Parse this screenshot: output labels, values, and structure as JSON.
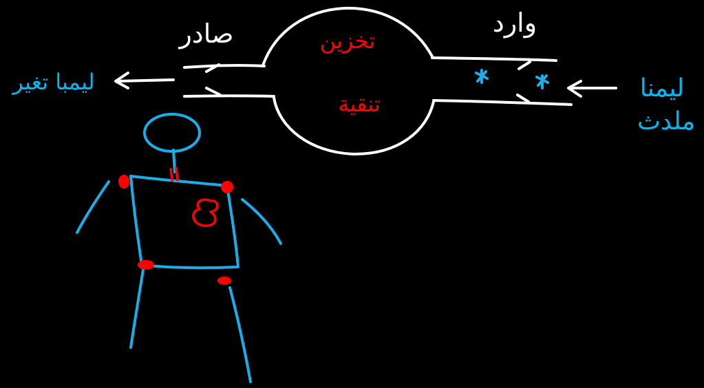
{
  "labels": {
    "output": "صادر",
    "input": "وارد",
    "storage": "تخزين",
    "purification": "تنقية",
    "to_consumer": "ليمبا تغير",
    "from_source_line1": "ليمنا",
    "from_source_line2": "ملدث"
  },
  "colors": {
    "background": "#000000",
    "white": "#ffffff",
    "red": "#ff0000",
    "blue": "#1aaee8"
  }
}
